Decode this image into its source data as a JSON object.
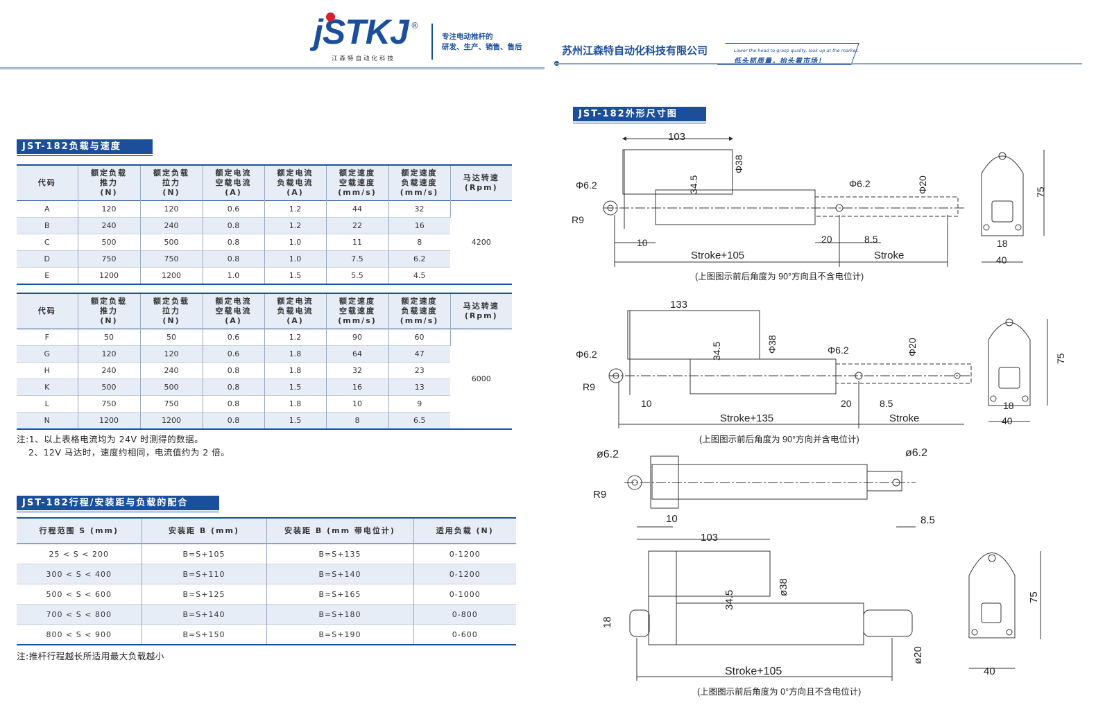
{
  "header": {
    "logo_text": "jSTKJ",
    "logo_reg": "®",
    "logo_sub": "江森特自动化科技",
    "slogan_line1": "专注电动推杆的",
    "slogan_line2": "研发、生产、销售、售后",
    "company": "苏州江森特自动化科技有限公司",
    "motto_en": "Lower the head to grasp quality, look up at the market.",
    "motto_cn": "低头抓质量，抬头看市场！"
  },
  "colors": {
    "brand": "#1b4f9c",
    "accent_red": "#d61f2c",
    "row_alt": "#e6edf6"
  },
  "load_speed": {
    "title": "JST-182负载与速度",
    "headers": [
      "代码",
      "额定负载\n推力\n(N)",
      "额定负载\n拉力\n(N)",
      "额定电流\n空载电流\n(A)",
      "额定电流\n负载电流\n(A)",
      "额定速度\n空载速度\n(mm/s)",
      "额定速度\n负载速度\n(mm/s)",
      "马达转速\n(Rpm)"
    ],
    "group1": {
      "rpm": "4200",
      "rows": [
        [
          "A",
          "120",
          "120",
          "0.6",
          "1.2",
          "44",
          "32"
        ],
        [
          "B",
          "240",
          "240",
          "0.8",
          "1.2",
          "22",
          "16"
        ],
        [
          "C",
          "500",
          "500",
          "0.8",
          "1.0",
          "11",
          "8"
        ],
        [
          "D",
          "750",
          "750",
          "0.8",
          "1.0",
          "7.5",
          "6.2"
        ],
        [
          "E",
          "1200",
          "1200",
          "1.0",
          "1.5",
          "5.5",
          "4.5"
        ]
      ]
    },
    "group2": {
      "rpm": "6000",
      "rows": [
        [
          "F",
          "50",
          "50",
          "0.6",
          "1.2",
          "90",
          "60"
        ],
        [
          "G",
          "120",
          "120",
          "0.6",
          "1.8",
          "64",
          "47"
        ],
        [
          "H",
          "240",
          "240",
          "0.8",
          "1.8",
          "32",
          "23"
        ],
        [
          "K",
          "500",
          "500",
          "0.8",
          "1.5",
          "16",
          "13"
        ],
        [
          "L",
          "750",
          "750",
          "0.8",
          "1.8",
          "10",
          "9"
        ],
        [
          "N",
          "1200",
          "1200",
          "0.8",
          "1.5",
          "8",
          "6.5"
        ]
      ]
    },
    "note1": "注:1、以上表格电流均为 24V 时测得的数据。",
    "note2": "2、12V 马达时，速度约相同，电流值约为 2 倍。"
  },
  "stroke_table": {
    "title": "JST-182行程/安装距与负载的配合",
    "headers": [
      "行程范围 S (mm)",
      "安装距 B (mm)",
      "安装距 B (mm 带电位计)",
      "适用负载 (N)"
    ],
    "rows": [
      [
        "25 < S < 200",
        "B=S+105",
        "B=S+135",
        "0-1200"
      ],
      [
        "300 < S < 400",
        "B=S+110",
        "B=S+140",
        "0-1200"
      ],
      [
        "500 < S < 600",
        "B=S+125",
        "B=S+165",
        "0-1000"
      ],
      [
        "700 < S < 800",
        "B=S+140",
        "B=S+180",
        "0-800"
      ],
      [
        "800 < S < 900",
        "B=S+150",
        "B=S+190",
        "0-600"
      ]
    ],
    "note": "注:推杆行程越长所适用最大负载越小"
  },
  "drawings": {
    "title": "JST-182外形尺寸图",
    "d1": {
      "top": "103",
      "phi38": "Φ38",
      "h345": "34.5",
      "phi62_left": "Φ6.2",
      "phi62_right": "Φ6.2",
      "phi20": "Φ20",
      "r9": "R9",
      "d10": "10",
      "d20": "20",
      "d85": "8.5",
      "stroke_total": "Stroke+105",
      "stroke": "Stroke",
      "side_h": "75",
      "side_w": "40",
      "side_in": "18",
      "caption": "(上图图示前后角度为 90°方向且不含电位计)"
    },
    "d2": {
      "top": "133",
      "phi38": "Φ38",
      "h345": "34.5",
      "phi62_left": "Φ6.2",
      "phi62_right": "Φ6.2",
      "phi20": "Φ20",
      "r9": "R9",
      "d10": "10",
      "d20": "20",
      "d85": "8.5",
      "stroke_total": "Stroke+135",
      "stroke": "Stroke",
      "side_h": "75",
      "side_w": "40",
      "side_in": "18",
      "caption": "(上图图示前后角度为 90°方向并含电位计)"
    },
    "d3": {
      "phi62_left": "ø6.2",
      "phi62_right": "ø6.2",
      "r9": "R9",
      "d10": "10",
      "d85": "8.5"
    },
    "d4": {
      "top": "103",
      "phi38": "ø38",
      "h345": "34.5",
      "d18": "18",
      "phi20": "ø20",
      "stroke_total": "Stroke+105",
      "side_h": "75",
      "side_w": "40",
      "caption": "(上图图示前后角度为 0°方向且不含电位计)"
    }
  }
}
